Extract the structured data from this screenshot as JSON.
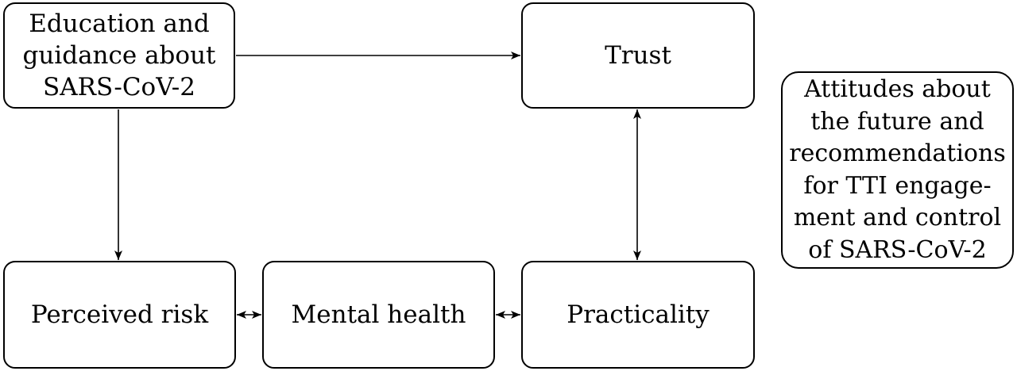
{
  "diagram": {
    "nodes": {
      "education": "Education and\nguidance about\nSARS-CoV-2",
      "trust": "Trust",
      "attitudes": "Attitudes about\nthe future and\nrecommendations\nfor TTI engage-\nment and control\nof SARS-CoV-2",
      "perceived_risk": "Perceived risk",
      "mental_health": "Mental health",
      "practicality": "Practicality"
    },
    "edges": [
      {
        "from": "education",
        "to": "trust",
        "direction": "forward"
      },
      {
        "from": "education",
        "to": "perceived_risk",
        "direction": "forward"
      },
      {
        "from": "trust",
        "to": "practicality",
        "direction": "both"
      },
      {
        "from": "perceived_risk",
        "to": "mental_health",
        "direction": "both"
      },
      {
        "from": "mental_health",
        "to": "practicality",
        "direction": "both"
      }
    ],
    "colors": {
      "line": "#000000",
      "box_fill": "#ffffff",
      "box_border": "#000000"
    }
  }
}
